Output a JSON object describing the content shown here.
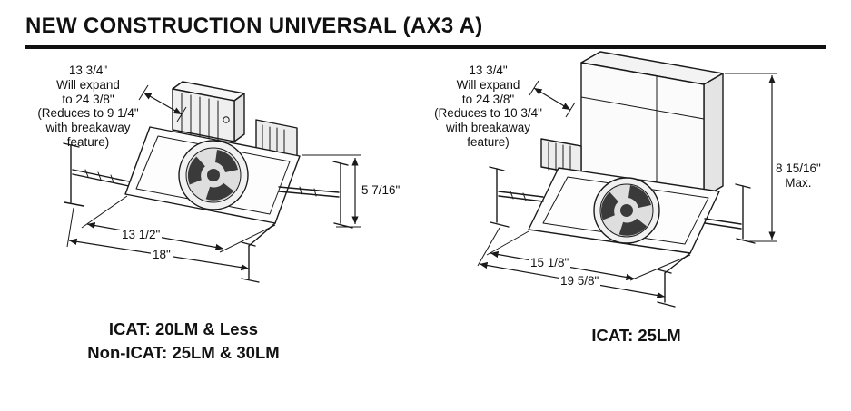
{
  "title": "NEW CONSTRUCTION UNIVERSAL (AX3 A)",
  "figures": [
    {
      "note": "13 3/4\"\nWill expand\nto 24 3/8\"\n(Reduces to 9 1/4\"\nwith breakaway\nfeature)",
      "height_dim": "5 7/16\"",
      "inner_width_dim": "13 1/2\"",
      "outer_width_dim": "18\"",
      "caption": "ICAT: 20LM & Less\nNon-ICAT: 25LM & 30LM"
    },
    {
      "note": "13 3/4\"\nWill expand\nto 24 3/8\"\n(Reduces to 10 3/4\"\nwith breakaway\nfeature)",
      "height_dim": "8 15/16\"\nMax.",
      "inner_width_dim": "15 1/8\"",
      "outer_width_dim": "19 5/8\"",
      "caption": "ICAT: 25LM"
    }
  ]
}
